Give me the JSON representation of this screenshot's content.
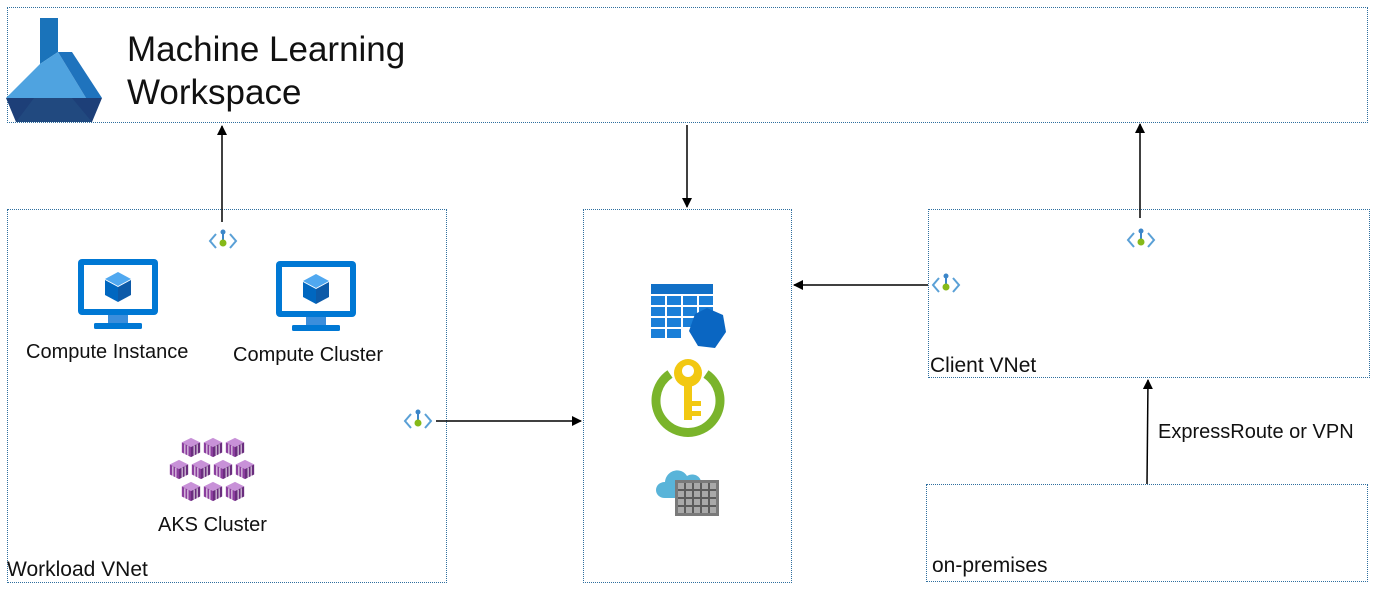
{
  "workspace": {
    "title_line1": "Machine Learning",
    "title_line2": "Workspace",
    "icon": "azure-machine-learning-icon"
  },
  "workload_vnet": {
    "label": "Workload VNet",
    "compute_instance": {
      "label": "Compute Instance",
      "icon": "virtual-machine-icon"
    },
    "compute_cluster": {
      "label": "Compute Cluster",
      "icon": "virtual-machine-icon"
    },
    "aks_cluster": {
      "label": "AKS Cluster",
      "icon": "kubernetes-service-icon"
    }
  },
  "services": {
    "icons": [
      "storage-table-icon",
      "key-vault-icon",
      "container-registry-icon"
    ]
  },
  "client_vnet": {
    "label": "Client VNet"
  },
  "onprem": {
    "label": "on-premises"
  },
  "connection": {
    "label": "ExpressRoute or VPN"
  },
  "colors": {
    "box_border": "#2f6f9f",
    "azure_blue": "#0078d4",
    "aks_purple": "#8b3e9e",
    "keyvault_green": "#7ab42b",
    "keyvault_gold": "#f2c811"
  }
}
